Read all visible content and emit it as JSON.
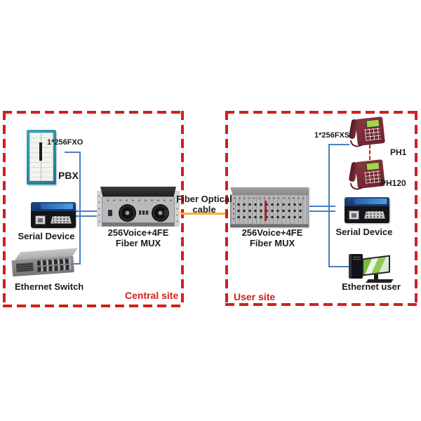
{
  "central": {
    "site_label": "Central site",
    "pbx_port": "1*256FXO",
    "pbx_label": "PBX",
    "serial_label": "Serial Device",
    "switch_label": "Ethernet Switch",
    "mux_line1": "256Voice+4FE",
    "mux_line2": "Fiber MUX"
  },
  "user": {
    "site_label": "User site",
    "fxs_port": "1*256FXS",
    "ph1_label": "PH1",
    "ph120_label": "PH120",
    "serial_label": "Serial Device",
    "ethernet_label": "Ethernet user",
    "mux_line1": "256Voice+4FE",
    "mux_line2": "Fiber MUX"
  },
  "link": {
    "line1": "Fiber Optical",
    "line2": "cable"
  },
  "colors": {
    "site_border_red": "#d21f1a",
    "connection_blue": "#4a7fc4",
    "fiber_cable_orange": "#f9b233",
    "label_black": "#1b1b1b",
    "phone_maroon": "#6b222c",
    "screen_green": "#a6d44e"
  },
  "icons": {
    "pbx": "pbx-cabinet-icon",
    "serial": "serial-device-icon",
    "switch": "ethernet-switch-icon",
    "mux": "fiber-mux-icon",
    "phone": "telephone-icon",
    "computer": "computer-icon"
  }
}
